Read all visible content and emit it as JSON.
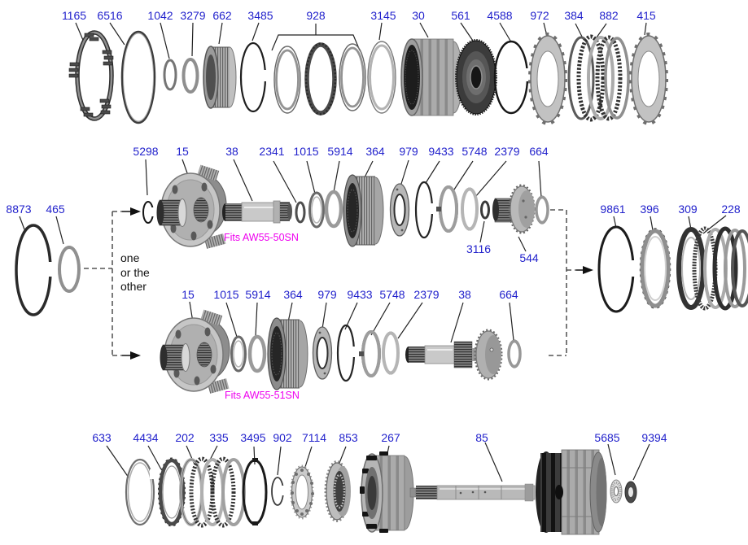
{
  "diagram": {
    "kind": "exploded-parts-diagram",
    "colors": {
      "label_blue": "#2222cc",
      "fits_magenta": "#ee00ee",
      "note_black": "#111111",
      "leader_line": "#222222",
      "metal_light": "#c6c6c6",
      "metal_mid": "#8c8c8c",
      "metal_dark": "#262626"
    },
    "labels": {
      "row1": [
        "1165",
        "6516",
        "1042",
        "3279",
        "662",
        "3485",
        "928",
        "3145",
        "30",
        "561",
        "4588",
        "972",
        "384",
        "882",
        "415"
      ],
      "row2": [
        "5298",
        "15",
        "38",
        "2341",
        "1015",
        "5914",
        "364",
        "979",
        "9433",
        "5748",
        "2379",
        "664"
      ],
      "row2b": [
        "3116",
        "544"
      ],
      "left": [
        "8873",
        "465"
      ],
      "right": [
        "9861",
        "396",
        "309",
        "228"
      ],
      "row3": [
        "15",
        "1015",
        "5914",
        "364",
        "979",
        "9433",
        "5748",
        "2379",
        "38",
        "664"
      ],
      "row4": [
        "633",
        "4434",
        "202",
        "335",
        "3495",
        "902",
        "7114",
        "853",
        "267",
        "85",
        "5685",
        "9394"
      ],
      "notes": {
        "one": "one",
        "or_the": "or the",
        "other": "other",
        "fits_top": "Fits AW55-50SN",
        "fits_bottom": "Fits AW55-51SN"
      }
    }
  }
}
